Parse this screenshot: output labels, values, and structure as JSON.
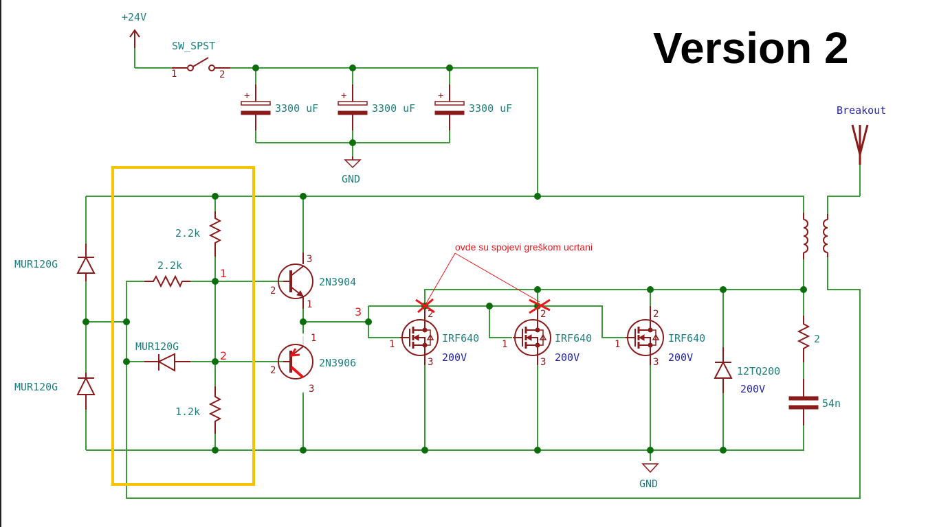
{
  "title": "Version 2",
  "power": {
    "label": "+24V"
  },
  "switch": {
    "label": "SW_SPST",
    "pin1": "1",
    "pin2": "2"
  },
  "capacitors": [
    {
      "label": "3300 uF",
      "polarity": "+"
    },
    {
      "label": "3300 uF",
      "polarity": "+"
    },
    {
      "label": "3300 uF",
      "polarity": "+"
    }
  ],
  "gnd_labels": [
    "GND",
    "GND"
  ],
  "breakout": {
    "label": "Breakout"
  },
  "resistors": {
    "r_top": "2.2k",
    "r_base": "2.2k",
    "r_bottom": "1.2k",
    "r_snubber": "2"
  },
  "diodes": {
    "d_left_top": "MUR120G",
    "d_left_bottom": "MUR120G",
    "d_inner": "MUR120G",
    "d_clamp": "12TQ200",
    "d_clamp_rating": "200V"
  },
  "snubber_cap": "54n",
  "transistors": [
    {
      "label": "2N3904",
      "pins": [
        "2",
        "3",
        "1"
      ]
    },
    {
      "label": "2N3906",
      "pins": [
        "2",
        "1",
        "3"
      ]
    }
  ],
  "mosfets": [
    {
      "label": "IRF640",
      "rating": "200V",
      "pins": [
        "1",
        "2",
        "3"
      ]
    },
    {
      "label": "IRF640",
      "rating": "200V",
      "pins": [
        "1",
        "2",
        "3"
      ]
    },
    {
      "label": "IRF640",
      "rating": "200V",
      "pins": [
        "1",
        "2",
        "3"
      ]
    }
  ],
  "node_markers": [
    "1",
    "2",
    "3"
  ],
  "annotation": {
    "text": "ovde su spojevi greškom ucrtani",
    "color": "#e8171b"
  },
  "highlight_box_color": "#f7c400"
}
